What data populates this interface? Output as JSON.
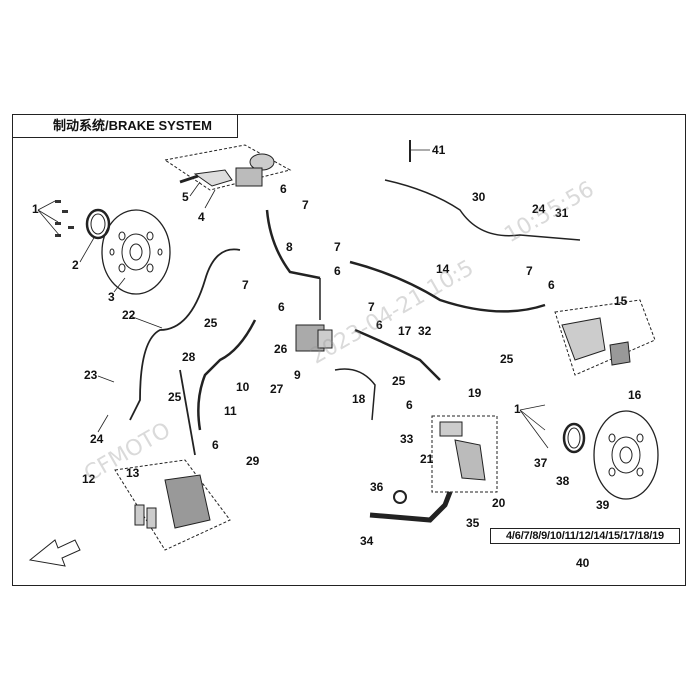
{
  "title": "制动系统/BRAKE SYSTEM",
  "kit_list": "4/6/7/8/9/10/11/12/14/15/17/18/19",
  "watermarks": [
    "CFMOTO",
    "2023-04-21 10:5",
    "10:55:56"
  ],
  "callouts": {
    "c1a": "1",
    "c1b": "1",
    "c2": "2",
    "c3": "3",
    "c4": "4",
    "c5": "5",
    "c6a": "6",
    "c6b": "6",
    "c6c": "6",
    "c6d": "6",
    "c6e": "6",
    "c6f": "6",
    "c6g": "6",
    "c7a": "7",
    "c7b": "7",
    "c7c": "7",
    "c7d": "7",
    "c7e": "7",
    "c8": "8",
    "c9": "9",
    "c10": "10",
    "c11": "11",
    "c12": "12",
    "c13": "13",
    "c14": "14",
    "c15": "15",
    "c16": "16",
    "c17": "17",
    "c18": "18",
    "c19": "19",
    "c20": "20",
    "c21": "21",
    "c22": "22",
    "c23": "23",
    "c24a": "24",
    "c24b": "24",
    "c25a": "25",
    "c25b": "25",
    "c25c": "25",
    "c25d": "25",
    "c26": "26",
    "c27": "27",
    "c28": "28",
    "c29": "29",
    "c30": "30",
    "c31": "31",
    "c32": "32",
    "c33": "33",
    "c34": "34",
    "c35": "35",
    "c36": "36",
    "c37": "37",
    "c38": "38",
    "c39": "39",
    "c40": "40",
    "c41": "41"
  }
}
